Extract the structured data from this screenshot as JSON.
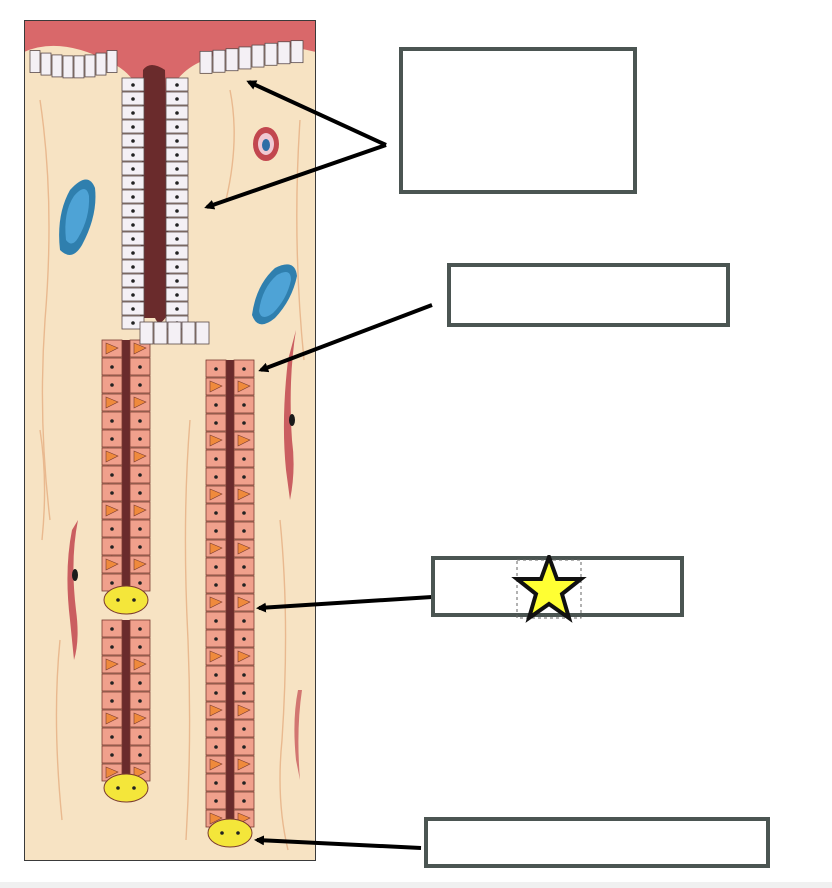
{
  "diagram": {
    "label_boxes": [
      {
        "id": "box-1",
        "text": ""
      },
      {
        "id": "box-2",
        "text": ""
      },
      {
        "id": "box-3",
        "text": ""
      },
      {
        "id": "box-4",
        "text": ""
      }
    ],
    "colors": {
      "connective_tissue": "#f7e3c3",
      "lumen": "#6a2b2c",
      "surface_mucosa": "#d9686a",
      "surface_cells": "#f4f0f5",
      "chief_parietal_cells": "#f0a08c",
      "parietal_cell": "#ef8a3c",
      "stem_cell": "#f4e63a",
      "vein": "#2f7fae",
      "artery": "#c2474f",
      "box_border": "#4b5552",
      "star_fill": "#ffff33"
    },
    "icons": [
      "star-icon"
    ]
  }
}
